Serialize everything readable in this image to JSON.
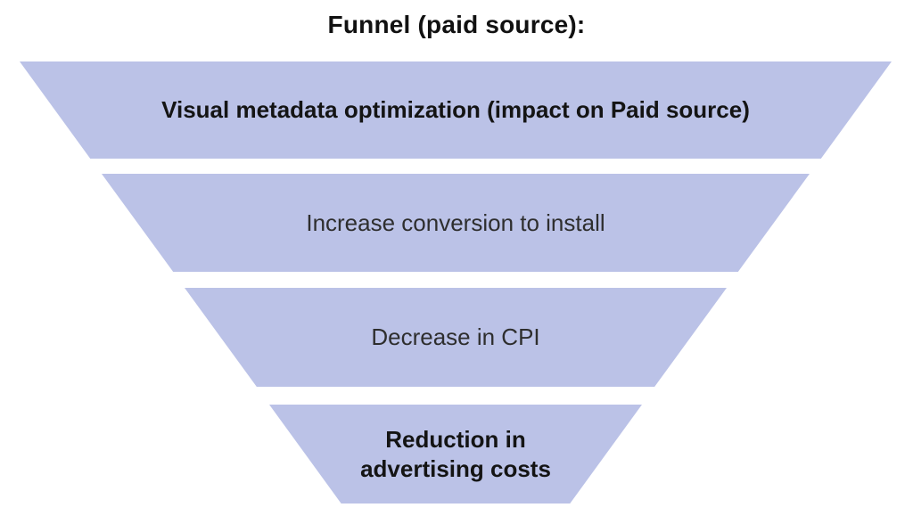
{
  "title": "Funnel (paid source):",
  "colors": {
    "background": "#ffffff",
    "stage_fill": "#bbc2e7",
    "title_text": "#111111",
    "bold_text": "#141414",
    "regular_text": "#2e2e2e"
  },
  "funnel": {
    "type": "funnel",
    "stages": [
      {
        "label": "Visual metadata optimization (impact on Paid source)",
        "emphasis": "bold"
      },
      {
        "label": "Increase conversion to install",
        "emphasis": "regular"
      },
      {
        "label": "Decrease in CPI",
        "emphasis": "regular"
      },
      {
        "label": "Reduction in advertising costs",
        "emphasis": "bold"
      }
    ]
  }
}
